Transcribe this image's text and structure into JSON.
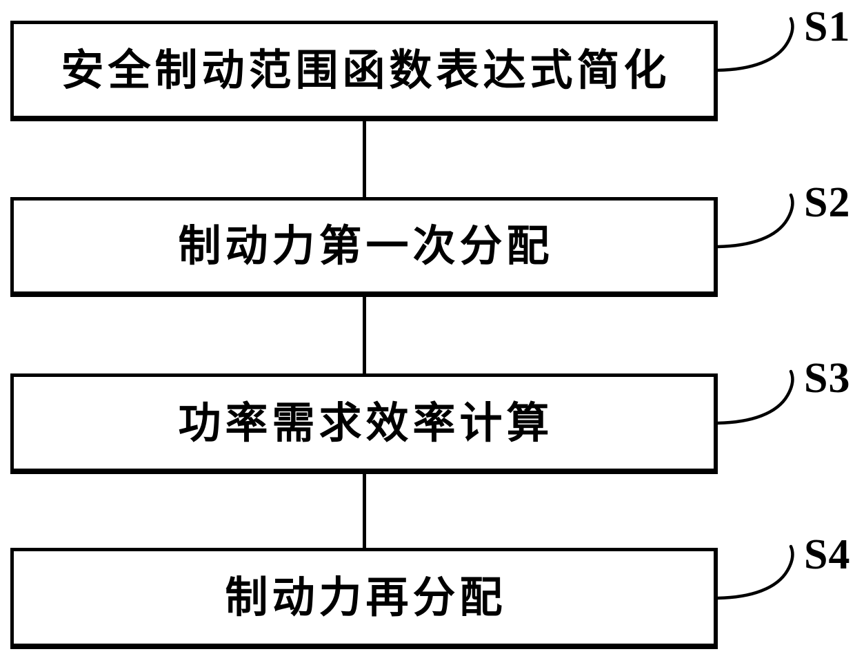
{
  "diagram": {
    "type": "flowchart",
    "background_color": "#ffffff",
    "line_color": "#000000",
    "text_color": "#000000",
    "steps": [
      {
        "id": "S1",
        "label": "安全制动范围函数表达式简化"
      },
      {
        "id": "S2",
        "label": "制动力第一次分配"
      },
      {
        "id": "S3",
        "label": "功率需求效率计算"
      },
      {
        "id": "S4",
        "label": "制动力再分配"
      }
    ]
  }
}
